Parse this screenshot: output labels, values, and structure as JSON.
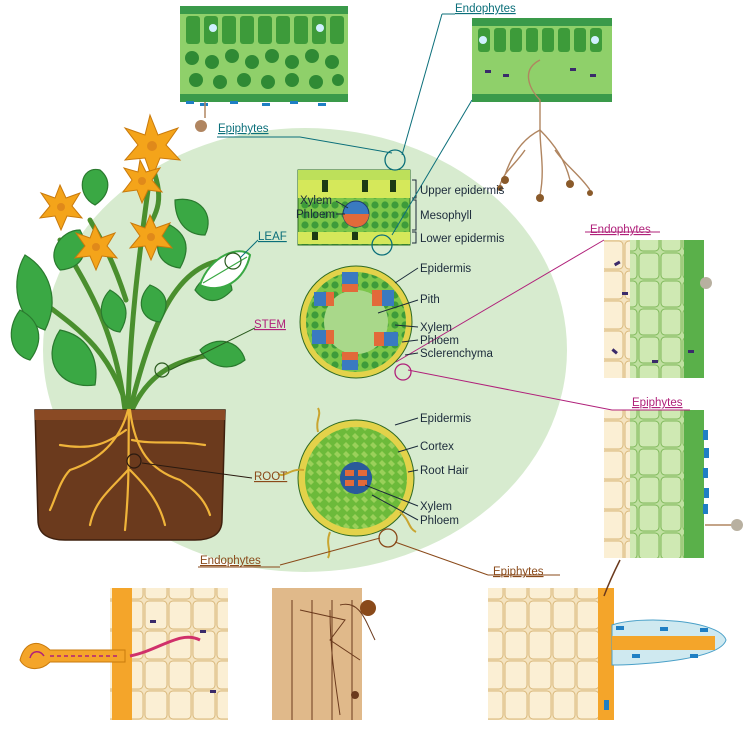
{
  "labels": {
    "leaf": "LEAF",
    "stem": "STEM",
    "root": "ROOT",
    "leaf_epiphytes": "Epiphytes",
    "leaf_endophytes": "Endophytes",
    "stem_endophytes": "Endophytes",
    "stem_epiphytes": "Epiphytes",
    "root_endophytes": "Endophytes",
    "root_epiphytes": "Epiphytes",
    "upper_epidermis": "Upper epidermis",
    "mesophyll": "Mesophyll",
    "lower_epidermis": "Lower epidermis",
    "leaf_xylem": "Xylem",
    "leaf_phloem": "Phloem",
    "stem_epidermis": "Epidermis",
    "stem_pith": "Pith",
    "stem_xylem": "Xylem",
    "stem_phloem": "Phloem",
    "stem_sclerenchyma": "Sclerenchyma",
    "root_epidermis": "Epidermis",
    "root_cortex": "Cortex",
    "root_hair": "Root Hair",
    "root_xylem": "Xylem",
    "root_phloem": "Phloem"
  },
  "colors": {
    "background_ellipse": "#d7ebcf",
    "leaf_green": "#3aa844",
    "soil": "#6b3a1d",
    "root_gold": "#f0b43a",
    "epiphyte_blue": "#1f7fc4",
    "endophyte_purple": "#3a2a6a",
    "teal_label": "#0b6f7a",
    "magenta_label": "#b0207a",
    "brown_label": "#8a4a1a"
  }
}
